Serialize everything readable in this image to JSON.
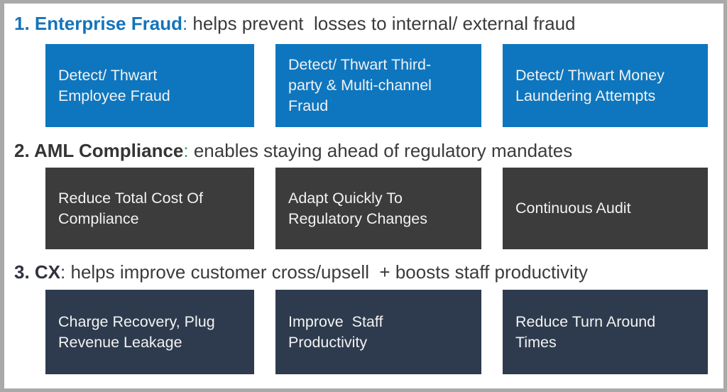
{
  "page": {
    "background_color": "#ffffff",
    "frame_border_color": "#a9a9a9"
  },
  "colors": {
    "fraud_box_blue": "#0e76be",
    "aml_box_gray": "#3c3c3c",
    "cx_box_navy": "#2e3b4e",
    "heading1_accent_blue": "#1473bb",
    "heading2_colon_green": "#2ba05a",
    "heading_text_gray": "#3b3b3b",
    "box_text": "#f2f2f2"
  },
  "sections": [
    {
      "heading": {
        "lead": "1. Enterprise Fraud",
        "colon": ":",
        "rest": " helps prevent  losses to internal/ external fraud"
      },
      "boxes": [
        {
          "label": "Detect/ Thwart\nEmployee Fraud"
        },
        {
          "label": "Detect/ Thwart Third-\nparty & Multi-channel\nFraud"
        },
        {
          "label": "Detect/ Thwart Money\nLaundering Attempts"
        }
      ]
    },
    {
      "heading": {
        "lead": "2. AML Compliance",
        "colon": ":",
        "rest": " enables staying ahead of regulatory mandates"
      },
      "boxes": [
        {
          "label": "Reduce Total Cost Of\nCompliance"
        },
        {
          "label": "Adapt Quickly To\nRegulatory Changes"
        },
        {
          "label": "Continuous Audit"
        }
      ]
    },
    {
      "heading": {
        "lead": "3. CX",
        "colon": ":",
        "rest": " helps improve customer cross/upsell  + boosts staff productivity"
      },
      "boxes": [
        {
          "label": "Charge Recovery, Plug\nRevenue Leakage"
        },
        {
          "label": "Improve  Staff\nProductivity"
        },
        {
          "label": "Reduce Turn Around\nTimes"
        }
      ]
    }
  ]
}
